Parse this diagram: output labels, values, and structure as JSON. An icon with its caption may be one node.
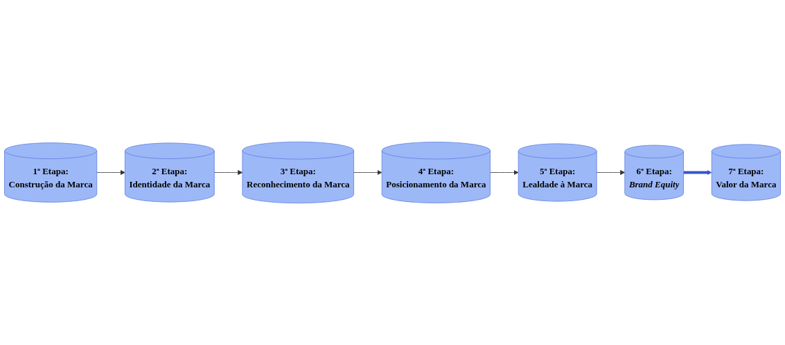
{
  "diagram": {
    "nodes": [
      {
        "text": [
          "1ª Etapa:",
          "Construção da Marca"
        ]
      },
      {
        "text": [
          "2ª Etapa:",
          "Identidade da Marca"
        ]
      },
      {
        "text": [
          "3ª Etapa:",
          "Reconhecimento da Marca"
        ]
      },
      {
        "text": [
          "4ª Etapa:",
          "Posicionamento da Marca"
        ]
      },
      {
        "text": [
          "5ª Etapa:",
          "Lealdade à Marca"
        ]
      },
      {
        "text": [
          "6ª Etapa:",
          "Brand Equity"
        ]
      },
      {
        "text": [
          "7ª Etapa:",
          "Valor da Marca"
        ]
      }
    ],
    "edges": [
      {
        "from": 0,
        "to": 1,
        "arrow": "to"
      },
      {
        "from": 1,
        "to": 2,
        "arrow": "to"
      },
      {
        "from": 2,
        "to": 3,
        "arrow": "to"
      },
      {
        "from": 3,
        "to": 4,
        "arrow": "to"
      },
      {
        "from": 4,
        "to": 5,
        "arrow": "to"
      },
      {
        "from": 5,
        "to": 6,
        "arrow": "to",
        "style": "thick",
        "color": "#3355cc"
      }
    ]
  }
}
